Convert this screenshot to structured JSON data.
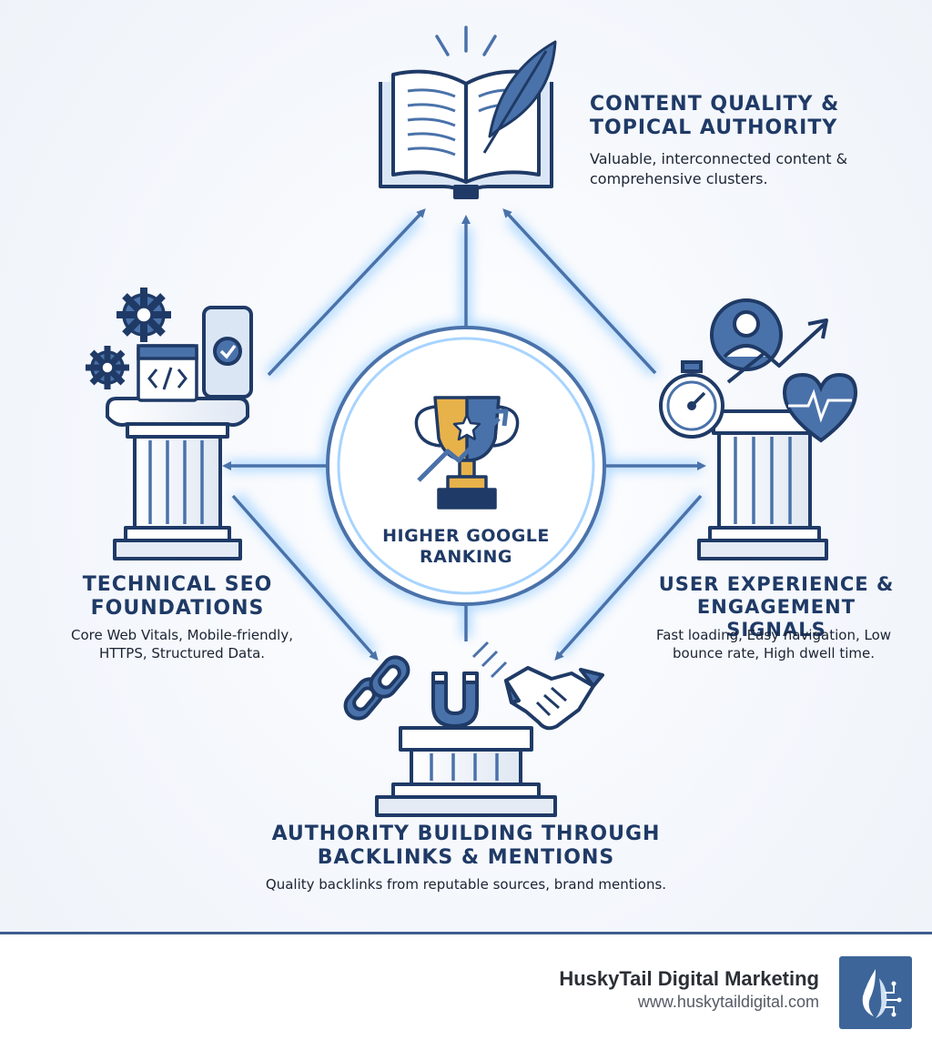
{
  "center": {
    "title_line1": "HIGHER GOOGLE",
    "title_line2": "RANKING"
  },
  "nodes": {
    "content": {
      "title_line1": "CONTENT QUALITY &",
      "title_line2": "TOPICAL AUTHORITY",
      "desc_line1": "Valuable, interconnected content &",
      "desc_line2": "comprehensive clusters.",
      "icons": [
        "open-book-icon",
        "quill-feather-icon"
      ]
    },
    "technical": {
      "title_line1": "TECHNICAL SEO",
      "title_line2": "FOUNDATIONS",
      "desc_line1": "Core Web Vitals, Mobile-friendly,",
      "desc_line2": "HTTPS, Structured Data.",
      "icons": [
        "gears-icon",
        "code-window-icon",
        "mobile-check-icon",
        "pillar-icon"
      ]
    },
    "ux": {
      "title_line1": "USER EXPERIENCE &",
      "title_line2": "ENGAGEMENT SIGNALS",
      "desc_line1": "Fast loading, Easy navigation, Low",
      "desc_line2": "bounce rate, High dwell time.",
      "icons": [
        "user-icon",
        "stopwatch-icon",
        "trend-arrow-icon",
        "heart-pulse-icon",
        "pillar-icon"
      ]
    },
    "authority": {
      "title_line1": "AUTHORITY BUILDING THROUGH",
      "title_line2": "BACKLINKS & MENTIONS",
      "desc": "Quality backlinks from reputable sources, brand mentions.",
      "icons": [
        "chain-link-icon",
        "magnet-icon",
        "handshake-icon",
        "pedestal-icon"
      ]
    }
  },
  "footer": {
    "brand": "HuskyTail Digital Marketing",
    "url": "www.huskytaildigital.com"
  },
  "colors": {
    "navy": "#1f3a66",
    "steel_blue": "#4a72aa",
    "glow_blue": "#8cc4f5",
    "gold": "#e8b24a",
    "footer_rule": "#3e5d8e"
  }
}
